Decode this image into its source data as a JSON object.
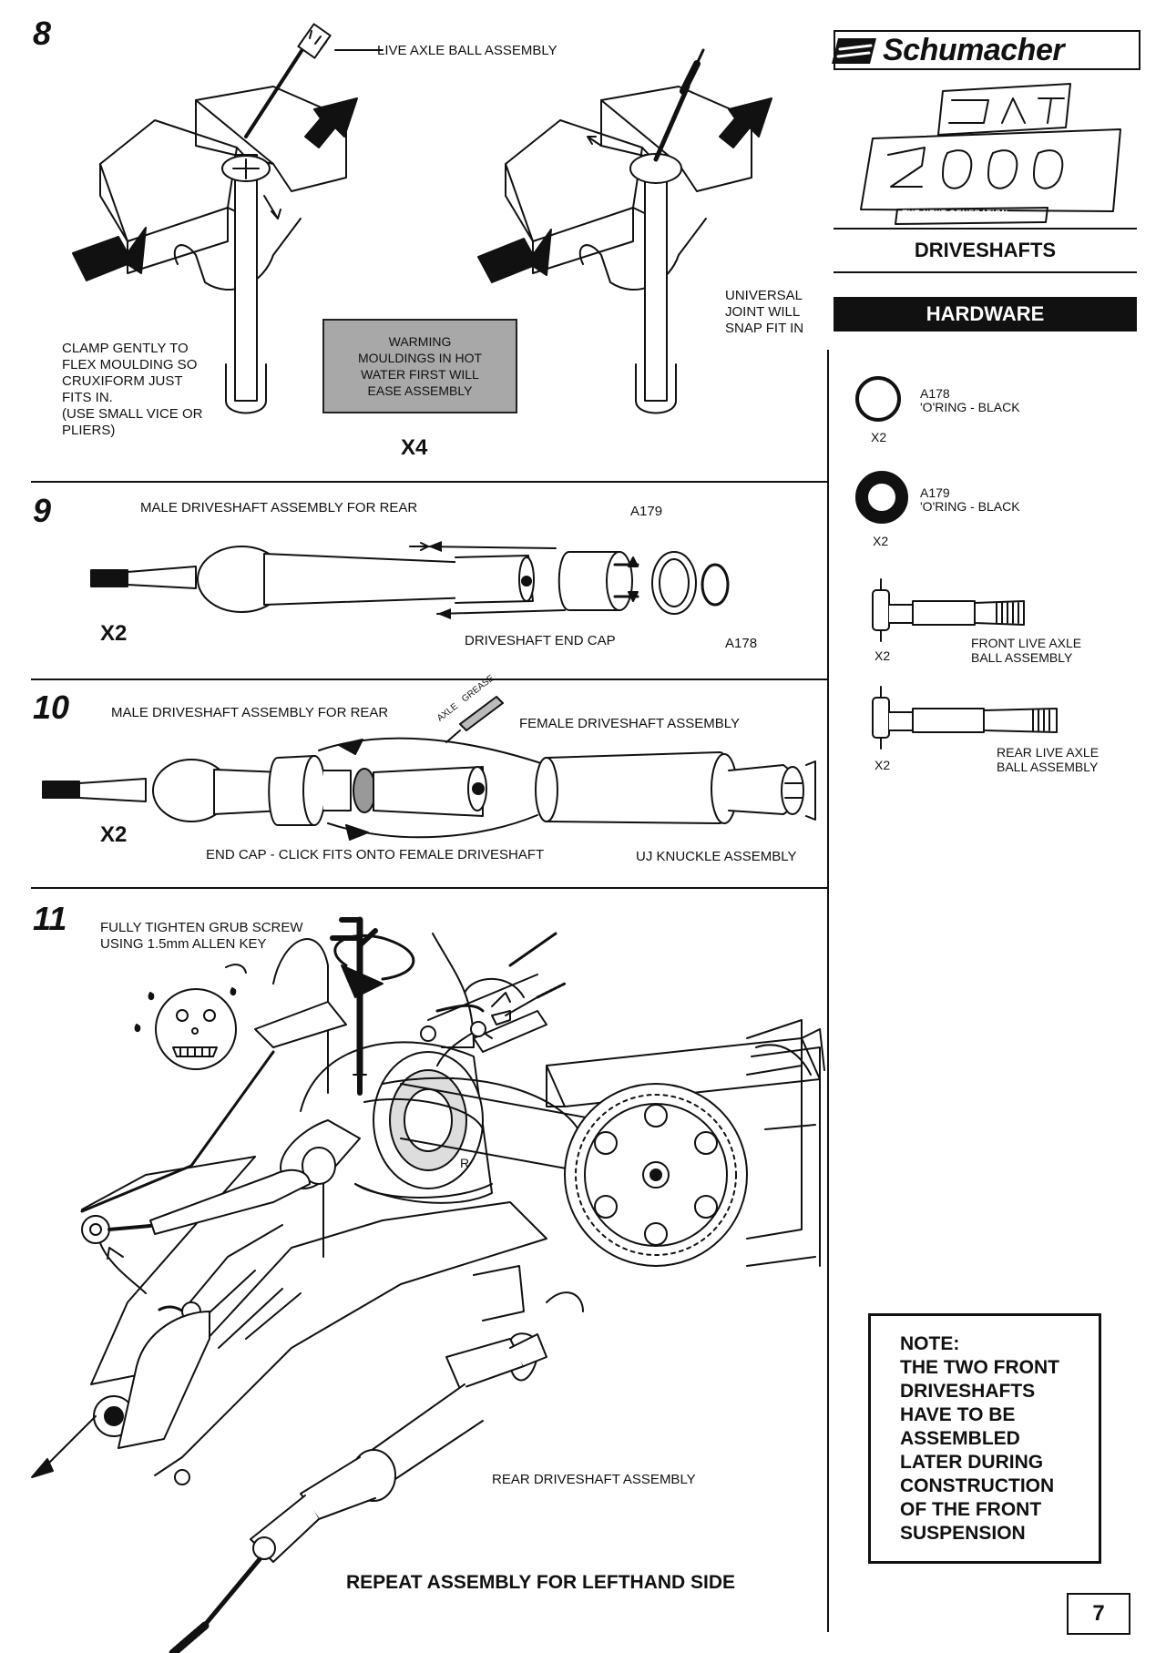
{
  "brand": {
    "name": "Schumacher",
    "product": "CAT 2000",
    "tagline": "THE NEXT GENERATION"
  },
  "section": {
    "title": "DRIVESHAFTS",
    "hardware_heading": "HARDWARE"
  },
  "hardware": [
    {
      "code": "A178",
      "desc": "'O'RING - BLACK",
      "qty": "X2",
      "icon": "o-ring-thin-icon"
    },
    {
      "code": "A179",
      "desc": "'O'RING - BLACK",
      "qty": "X2",
      "icon": "o-ring-thick-icon"
    },
    {
      "desc": "FRONT LIVE AXLE\nBALL ASSEMBLY",
      "qty": "X2",
      "icon": "front-live-axle-icon"
    },
    {
      "desc": "REAR LIVE AXLE\nBALL ASSEMBLY",
      "qty": "X2",
      "icon": "rear-live-axle-icon"
    }
  ],
  "step8": {
    "number": "8",
    "label_ball": "LIVE AXLE BALL ASSEMBLY",
    "label_clamp": "CLAMP GENTLY TO\nFLEX MOULDING SO\nCRUXIFORM JUST\nFITS IN.\n(USE SMALL VICE OR\nPLIERS)",
    "warning": "WARMING\nMOULDINGS IN HOT\nWATER FIRST WILL\nEASE ASSEMBLY",
    "label_uj": "UNIVERSAL\nJOINT WILL\nSNAP FIT IN",
    "multiplier": "X4"
  },
  "step9": {
    "number": "9",
    "label_male": "MALE DRIVESHAFT ASSEMBLY FOR REAR",
    "label_a179": "A179",
    "label_endcap": "DRIVESHAFT END CAP",
    "label_a178": "A178",
    "multiplier": "X2"
  },
  "step10": {
    "number": "10",
    "label_male": "MALE DRIVESHAFT ASSEMBLY FOR REAR",
    "grease_axle": "AXLE",
    "grease_grease": "GREASE",
    "label_female": "FEMALE DRIVESHAFT ASSEMBLY",
    "label_endcap": "END CAP - CLICK FITS ONTO FEMALE DRIVESHAFT",
    "label_uj": "UJ KNUCKLE ASSEMBLY",
    "multiplier": "X2"
  },
  "step11": {
    "number": "11",
    "label_grub": "FULLY TIGHTEN GRUB SCREW\nUSING 1.5mm ALLEN KEY",
    "label_gear": "R",
    "label_rear": "REAR DRIVESHAFT ASSEMBLY",
    "footer": "REPEAT ASSEMBLY FOR LEFTHAND SIDE"
  },
  "note": "NOTE:\nTHE TWO FRONT\nDRIVESHAFTS\nHAVE TO BE\nASSEMBLED\nLATER DURING\nCONSTRUCTION\nOF THE FRONT\nSUSPENSION",
  "page_number": "7"
}
